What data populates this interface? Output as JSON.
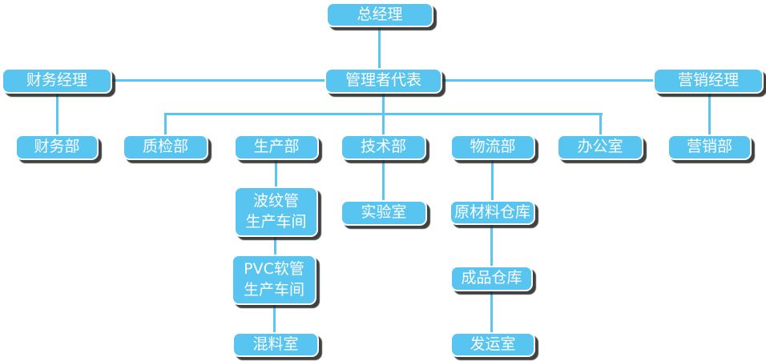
{
  "diagram": {
    "type": "org-chart",
    "language": "zh-CN"
  },
  "nodes": {
    "general_manager": "总经理",
    "management_representative": "管理者代表",
    "finance_manager": "财务经理",
    "marketing_manager": "营销经理",
    "finance_dept": "财务部",
    "quality_inspection_dept": "质检部",
    "production_dept": "生产部",
    "technical_dept": "技术部",
    "logistics_dept": "物流部",
    "office": "办公室",
    "marketing_dept": "营销部",
    "corrugated_pipe_workshop_line1": "波纹管",
    "corrugated_pipe_workshop_line2": "生产车间",
    "laboratory": "实验室",
    "raw_material_warehouse": "原材料仓库",
    "pvc_hose_workshop_line1": "PVC软管",
    "pvc_hose_workshop_line2": "生产车间",
    "finished_goods_warehouse": "成品仓库",
    "mixing_room": "混料室",
    "shipping_room": "发运室"
  },
  "edges": [
    [
      "总经理",
      "管理者代表"
    ],
    [
      "管理者代表",
      "财务经理"
    ],
    [
      "管理者代表",
      "营销经理"
    ],
    [
      "财务经理",
      "财务部"
    ],
    [
      "营销经理",
      "营销部"
    ],
    [
      "管理者代表",
      "质检部"
    ],
    [
      "管理者代表",
      "技术部"
    ],
    [
      "管理者代表",
      "办公室"
    ],
    [
      "生产部",
      "波纹管生产车间"
    ],
    [
      "波纹管生产车间",
      "PVC软管生产车间"
    ],
    [
      "PVC软管生产车间",
      "混料室"
    ],
    [
      "技术部",
      "实验室"
    ],
    [
      "物流部",
      "原材料仓库"
    ],
    [
      "原材料仓库",
      "成品仓库"
    ],
    [
      "成品仓库",
      "发运室"
    ]
  ],
  "colors": {
    "node_fill": "#58C4F0",
    "node_border": "#FFFFFF",
    "node_text": "#FFFFFF",
    "connector": "#5BC6F0",
    "shadow": "#202020",
    "background": "#FFFFFF"
  }
}
